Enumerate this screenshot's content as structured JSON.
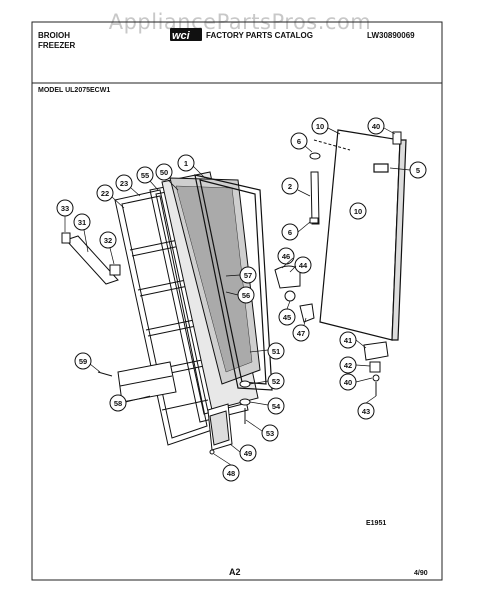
{
  "watermark": "AppliancePartsPros.com",
  "header": {
    "brand_line1": "BROIOH",
    "brand_line2": "FREEZER",
    "catalog_title": "FACTORY PARTS CATALOG",
    "catalog_number": "LW30890069",
    "model_label": "MODEL UL2075ECW1"
  },
  "callouts": [
    "1",
    "2",
    "5",
    "6",
    "10",
    "10",
    "22",
    "23",
    "31",
    "32",
    "33",
    "40",
    "40",
    "41",
    "42",
    "43",
    "44",
    "45",
    "46",
    "47",
    "48",
    "49",
    "50",
    "51",
    "52",
    "53",
    "54",
    "55",
    "56",
    "57",
    "58",
    "59"
  ],
  "footer": {
    "figure_code": "E1951",
    "page_label": "A2",
    "date": "4/90"
  }
}
